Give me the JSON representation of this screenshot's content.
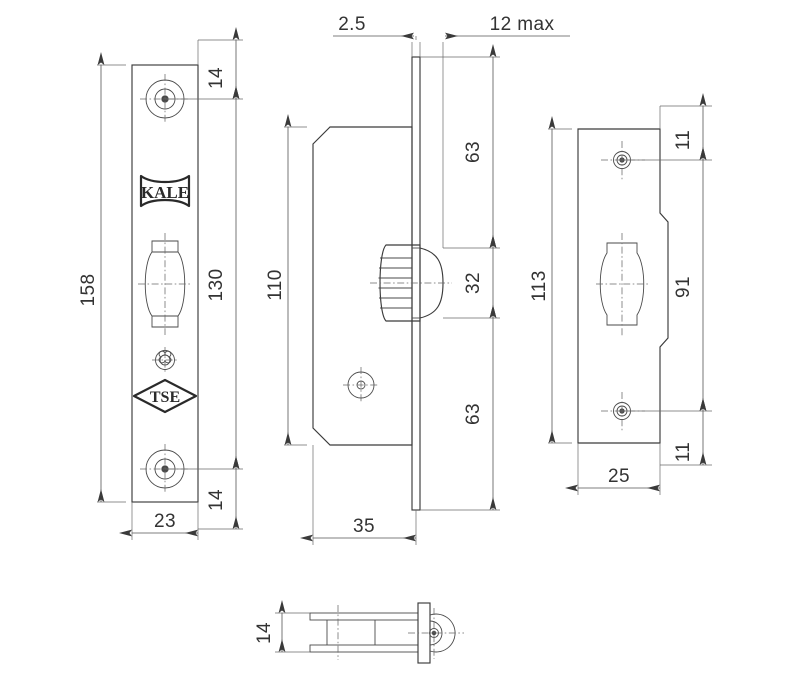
{
  "drawing": {
    "title": "Mortise Lock Technical Drawing",
    "units": "mm",
    "line_color": "#3a3a3a",
    "dim_color": "#333333",
    "background": "#ffffff"
  },
  "views": {
    "left": {
      "name": "faceplate-front-view",
      "brand_logo": "KALE",
      "cert_logo": "TSE",
      "dimensions": {
        "total_length": "158",
        "hole_centers": "130",
        "top_edge_to_hole": "14",
        "bottom_edge_to_hole": "14",
        "width": "23"
      }
    },
    "middle": {
      "name": "lock-body-side-view",
      "dimensions": {
        "faceplate_thickness": "2.5",
        "latch_projection": "12 max",
        "body_height": "110",
        "top_to_latch": "63",
        "latch_height": "32",
        "latch_to_bottom": "63",
        "body_depth": "35"
      }
    },
    "right": {
      "name": "lock-case-back-view",
      "dimensions": {
        "case_height": "113",
        "hole_to_hole": "91",
        "top_margin": "11",
        "bottom_margin": "11",
        "case_width": "25"
      }
    },
    "bottom": {
      "name": "latch-detail-view",
      "dimensions": {
        "latch_width": "14"
      }
    }
  },
  "labels": {
    "d_158": "158",
    "d_130": "130",
    "d_14_top": "14",
    "d_14_bottom": "14",
    "d_23": "23",
    "d_2_5": "2.5",
    "d_12max": "12 max",
    "d_110": "110",
    "d_63_top": "63",
    "d_32": "32",
    "d_63_bottom": "63",
    "d_35": "35",
    "d_113": "113",
    "d_91": "91",
    "d_11_top": "11",
    "d_11_bottom": "11",
    "d_25": "25",
    "d_14_detail": "14",
    "brand": "KALE",
    "cert": "TSE"
  }
}
